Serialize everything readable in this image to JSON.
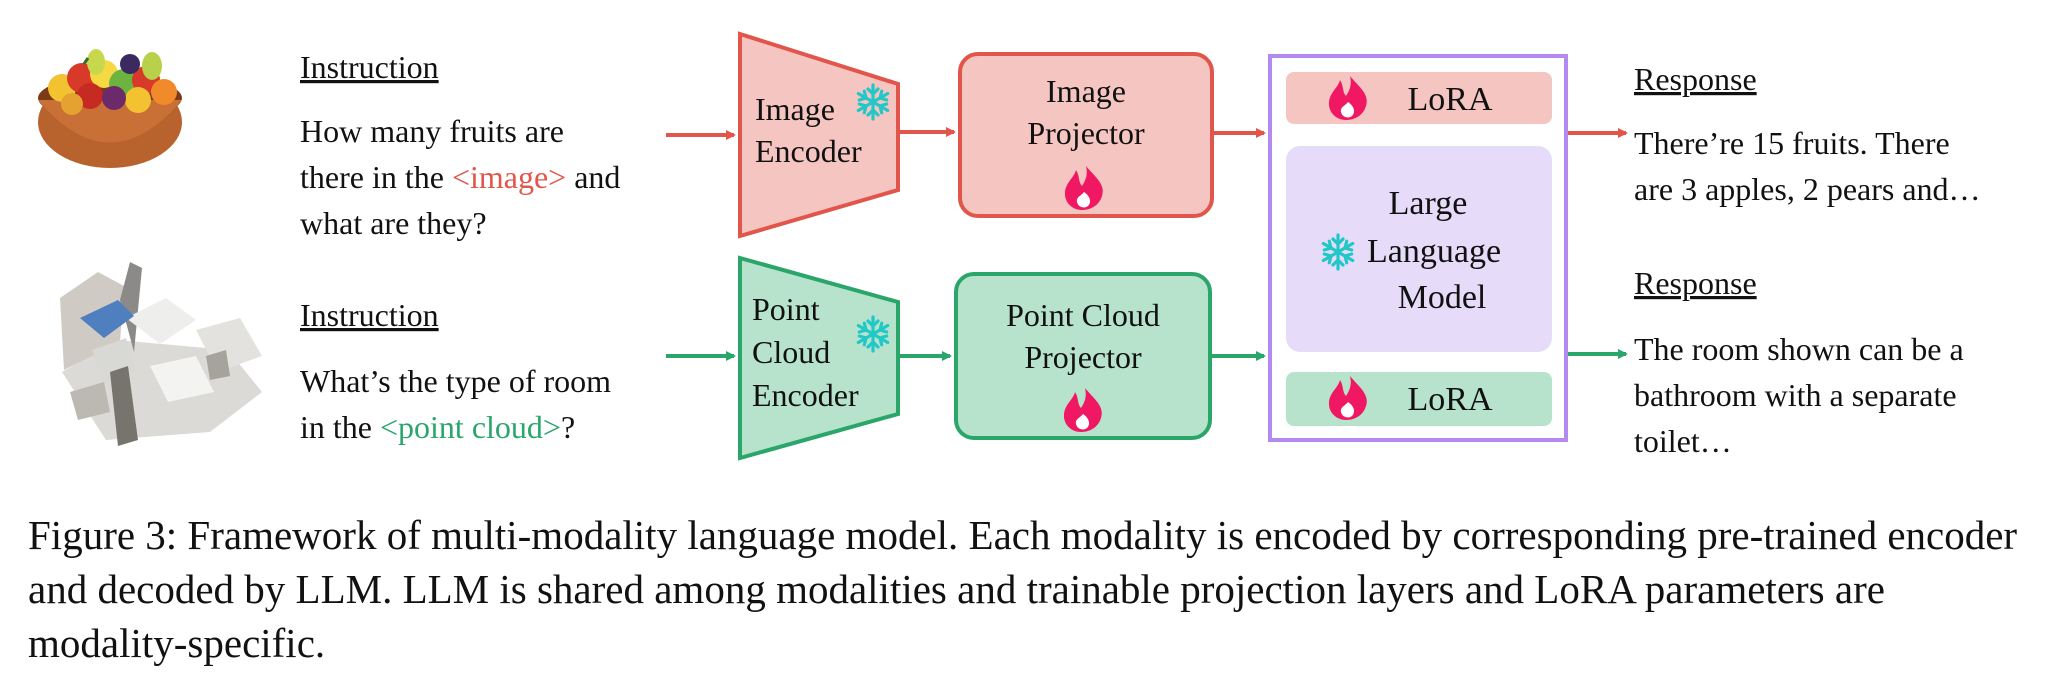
{
  "top_row": {
    "instruction_title": "Instruction",
    "instruction_lines": [
      "How many fruits are",
      "there in the ",
      "<image>",
      " and",
      "what are they?"
    ],
    "encoder": [
      "Image",
      "Encoder"
    ],
    "projector": [
      "Image",
      "Projector"
    ],
    "lora": "LoRA",
    "response_title": "Response",
    "response_lines": [
      "There’re 15 fruits. There",
      "are 3 apples, 2 pears and…"
    ]
  },
  "bottom_row": {
    "instruction_title": "Instruction",
    "instruction_lines": [
      "What’s the type of room",
      "in the ",
      "<point cloud>",
      "?"
    ],
    "encoder": [
      "Point",
      "Cloud",
      "Encoder"
    ],
    "projector": [
      "Point Cloud",
      "Projector"
    ],
    "lora": "LoRA",
    "response_title": "Response",
    "response_lines": [
      "The room shown can be a",
      "bathroom with a separate",
      "toilet…"
    ]
  },
  "llm": [
    "Large",
    "Language",
    "Model"
  ],
  "caption": "Figure 3: Framework of multi-modality language model. Each modality is encoded by corresponding pre-trained encoder and decoded by LLM. LLM is shared among modalities and trainable projection layers and LoRA parameters are modality-specific.",
  "colors": {
    "red": "#e2554a",
    "red_fill": "#f5c5c1",
    "green": "#2aa66b",
    "green_fill": "#b7e3cd",
    "purple": "#b38bf0",
    "purple_fill": "#e6dcfa",
    "snow": "#22c7c7",
    "fire": "#f01863"
  },
  "icons": [
    "fruit-bowl-image",
    "point-cloud-image",
    "snowflake-icon",
    "fire-icon"
  ]
}
